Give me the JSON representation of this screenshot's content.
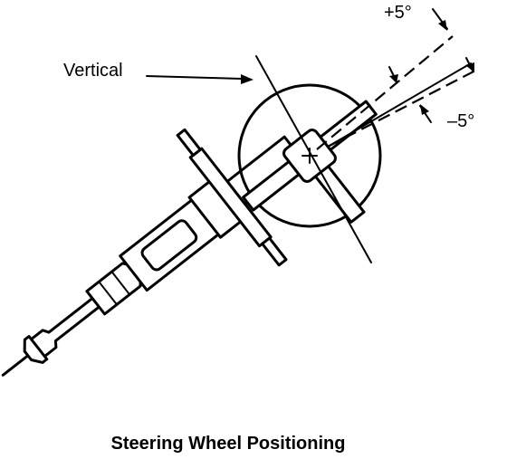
{
  "labels": {
    "vertical": "Vertical",
    "plus_angle": "+5°",
    "minus_angle": "–5°",
    "caption": "Steering Wheel Positioning"
  }
}
